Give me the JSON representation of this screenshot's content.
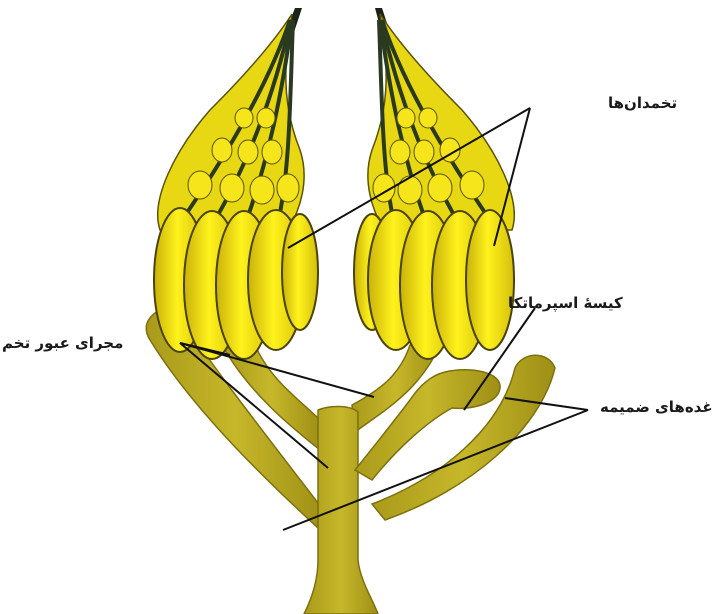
{
  "labels": {
    "ovaries": "تخمدان‌ها",
    "spermatheca": "کیسهٔ اسپرماتکا",
    "oviduct": "مجرای عبور تخم",
    "accessory_glands": "غده‌های ضمیمه"
  },
  "colors": {
    "ovary_fill": "#f2df10",
    "ovary_stroke": "#5a5208",
    "duct_fill": "#b7a923",
    "duct_dark": "#8a7d12",
    "tip_dark": "#1c2418",
    "line": "#111111"
  }
}
